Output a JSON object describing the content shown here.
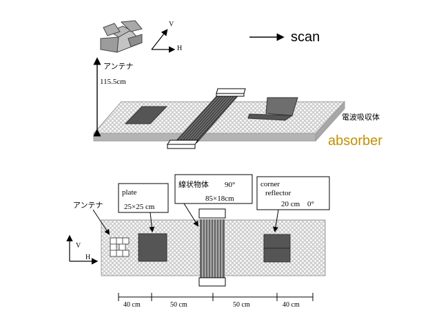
{
  "top_view": {
    "antenna_label": "アンテナ",
    "height_label": "115.5cm",
    "axis_v": "V",
    "axis_h": "H",
    "scan_label": "scan",
    "absorber_label_jp": "電波吸収体",
    "absorber_label_en": "absorber",
    "absorber_color": "#c09000"
  },
  "plan_view": {
    "antenna_label": "アンテナ",
    "axis_v": "V",
    "axis_h": "H",
    "plate_box": {
      "line1": "plate",
      "line2": "25×25 cm"
    },
    "wire_box": {
      "line1": "線状物体",
      "angle": "90°",
      "size": "85×18cm"
    },
    "corner_box": {
      "line1": "corner",
      "line2": "reflector",
      "size": "20 cm",
      "angle": "0°"
    },
    "distances": [
      "40 cm",
      "50 cm",
      "50 cm",
      "40 cm"
    ]
  },
  "colors": {
    "absorber_fill": "#d2d2d2",
    "absorber_dot": "#ffffff",
    "target_fill": "#555555",
    "edge": "#404040"
  }
}
